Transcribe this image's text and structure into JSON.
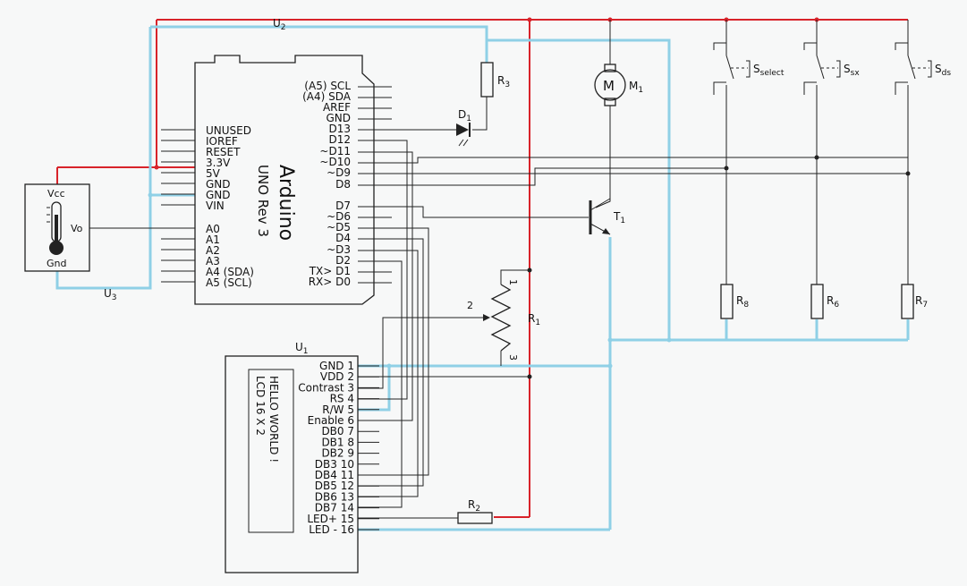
{
  "arduino": {
    "name": "Arduino",
    "model": "UNO Rev 3",
    "left_pins": [
      "UNUSED",
      "IOREF",
      "RESET",
      "3.3V",
      "5V",
      "GND",
      "GND",
      "VIN",
      "A0",
      "A1",
      "A2",
      "A3",
      "A4 (SDA)",
      "A5 (SCL)"
    ],
    "right_pins": [
      "(A5) SCL",
      "(A4) SDA",
      "AREF",
      "GND",
      "D13",
      "D12",
      "~D11",
      "~D10",
      "~D9",
      "D8",
      "D7",
      "~D6",
      "~D5",
      "D4",
      "~D3",
      "D2",
      "TX> D1",
      "RX> D0"
    ]
  },
  "lcd": {
    "ref": "U",
    "ref_sub": "1",
    "screen_line1": "HELLO WORLD !",
    "screen_line2": "LCD 16 X 2",
    "pins": [
      "GND 1",
      "VDD 2",
      "Contrast 3",
      "RS 4",
      "R/W 5",
      "Enable 6",
      "DB0  7",
      "DB1  8",
      "DB2  9",
      "DB3 10",
      "DB4 11",
      "DB5 12",
      "DB6 13",
      "DB7 14",
      "LED+ 15",
      "LED - 16"
    ]
  },
  "sensor": {
    "ref": "U",
    "ref_sub": "3",
    "vcc": "Vcc",
    "vo": "Vo",
    "gnd": "Gnd"
  },
  "top_label": {
    "ref": "U",
    "ref_sub": "2"
  },
  "components": {
    "r3": {
      "ref": "R",
      "sub": "3"
    },
    "d1": {
      "ref": "D",
      "sub": "1"
    },
    "m1": {
      "ref": "M",
      "sub": "1"
    },
    "t1": {
      "ref": "T",
      "sub": "1"
    },
    "r1": {
      "ref": "R",
      "sub": "1"
    },
    "r2": {
      "ref": "R",
      "sub": "2"
    },
    "r8": {
      "ref": "R",
      "sub": "8"
    },
    "r6": {
      "ref": "R",
      "sub": "6"
    },
    "r7": {
      "ref": "R",
      "sub": "7"
    },
    "motor_letter": "M",
    "pot_pin1": "1",
    "pot_pin2": "2",
    "pot_pin3": "3"
  },
  "switches": [
    {
      "ref": "S",
      "sub": "select"
    },
    {
      "ref": "S",
      "sub": "sx"
    },
    {
      "ref": "S",
      "sub": "ds"
    }
  ],
  "colors": {
    "power": "#d8232a",
    "ground": "#8fd0e6",
    "signal": "#222222"
  }
}
